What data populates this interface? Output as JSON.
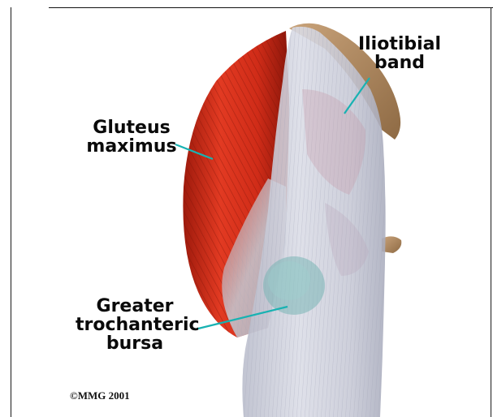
{
  "labels": {
    "iliotibial_band": "Iliotibial\nband",
    "gluteus_maximus": "Gluteus\nmaximus",
    "greater_trochanteric_bursa": "Greater\ntrochanteric\nbursa"
  },
  "copyright": "©MMG 2001",
  "colors": {
    "muscle": "#d8321e",
    "band": "#c9ccd8",
    "bone": "#b08a5e",
    "bursa": "#7fb8b8",
    "leader_line": "#18b2b2"
  }
}
